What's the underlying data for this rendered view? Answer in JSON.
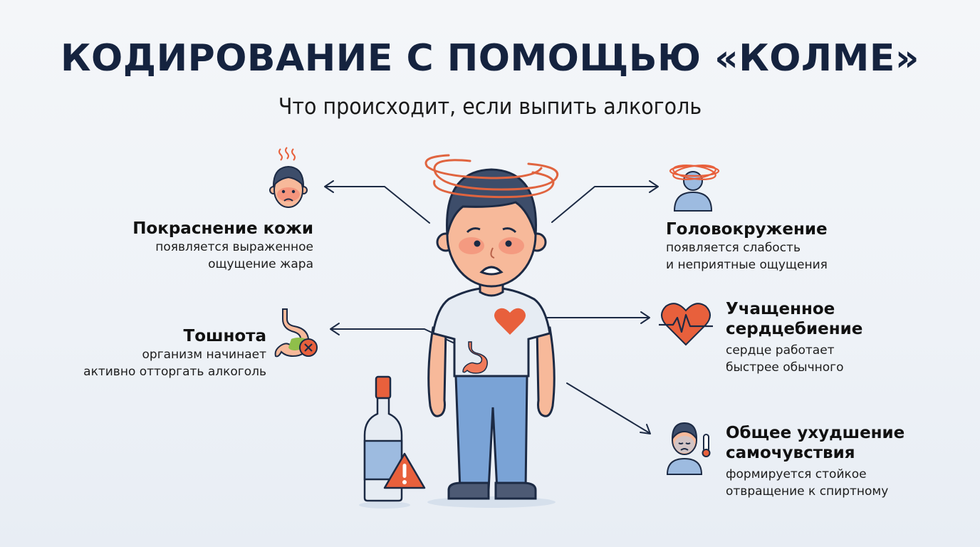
{
  "header": {
    "title": "КОДИРОВАНИЕ С ПОМОЩЬЮ «КОЛМЕ»",
    "subtitle": "Что происходит, если выпить алкоголь"
  },
  "effects": [
    {
      "id": "skin",
      "title": "Покраснение кожи",
      "desc": [
        "появляется выраженное",
        "ощущение жара"
      ],
      "icon": "flushed-face-icon"
    },
    {
      "id": "nausea",
      "title": "Тошнота",
      "desc": [
        "организм начинает",
        "активно отторгать алкоголь"
      ],
      "icon": "stomach-cross-icon"
    },
    {
      "id": "dizzy",
      "title": "Головокружение",
      "desc": [
        "появляется слабость",
        "и неприятные ощущения"
      ],
      "icon": "dizzy-person-icon"
    },
    {
      "id": "heart",
      "title_lines": [
        "Учащенное",
        "сердцебиение"
      ],
      "desc": [
        "сердце работает",
        "быстрее обычного"
      ],
      "icon": "heartbeat-icon"
    },
    {
      "id": "malaise",
      "title_lines": [
        "Общее ухудшение",
        "самочувствия"
      ],
      "desc": [
        "формируется стойкое",
        "отвращение к спиртному"
      ],
      "icon": "sick-person-thermometer-icon"
    }
  ],
  "colors": {
    "title": "#15233f",
    "accent_orange": "#e8603c",
    "outline": "#1c2a44",
    "skin": "#f7b99a",
    "hair": "#3d4d6a",
    "shirt": "#e6ecf3",
    "jeans": "#7aa3d6",
    "icon_blue": "#9dbbe0"
  }
}
